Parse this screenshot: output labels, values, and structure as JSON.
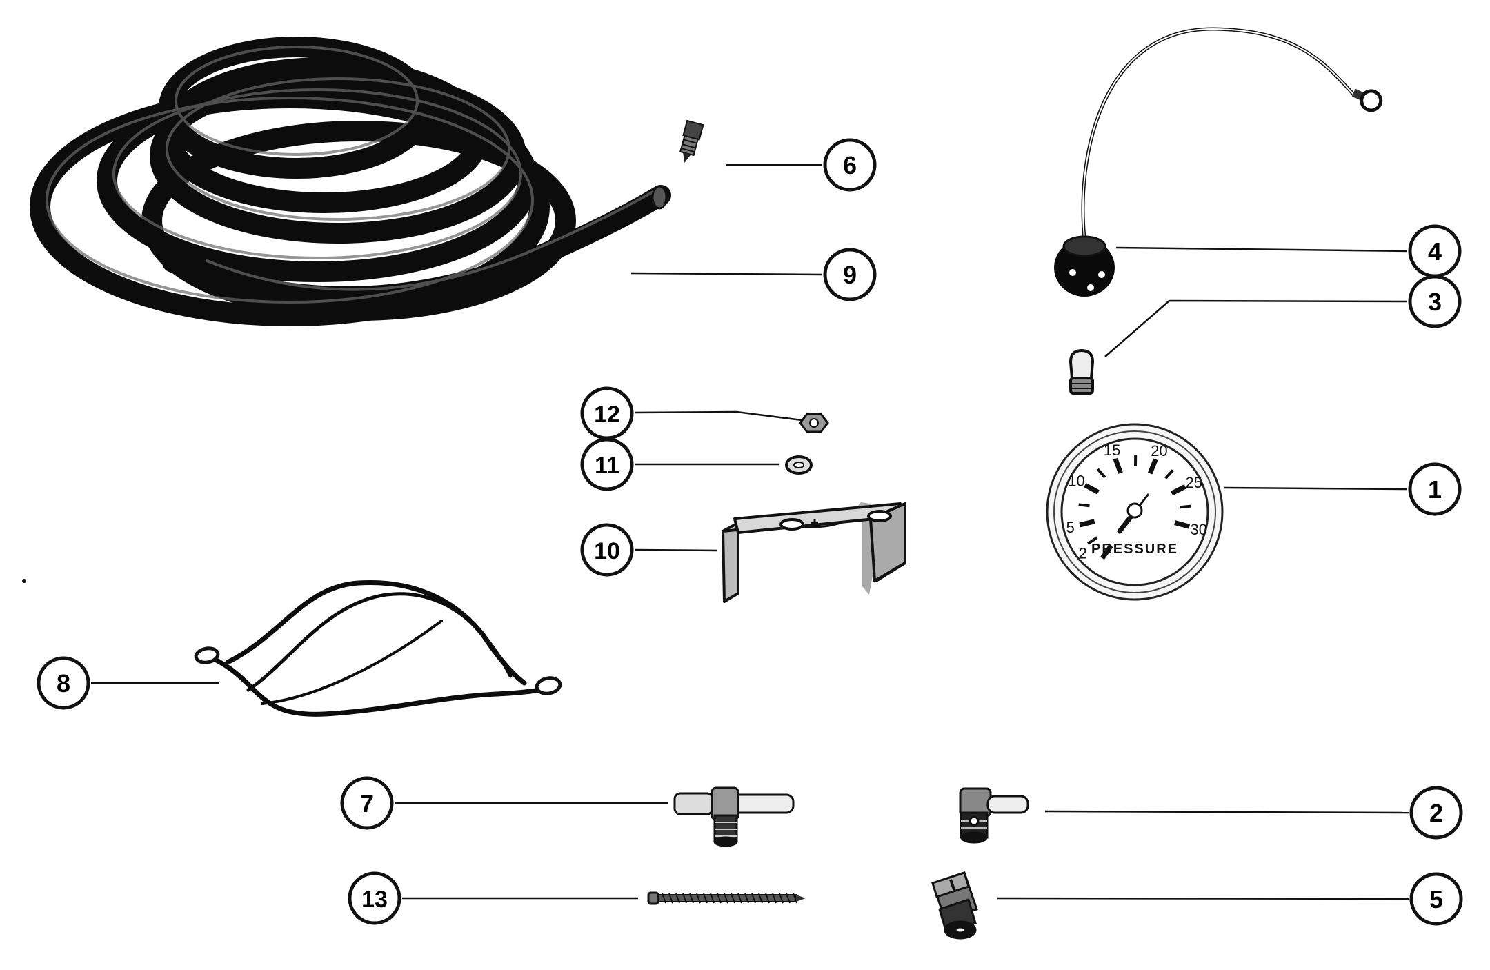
{
  "diagram": {
    "type": "exploded-parts-view",
    "callouts": [
      {
        "id": "callout-1",
        "label": "1",
        "part": "pressure-gauge"
      },
      {
        "id": "callout-2",
        "label": "2",
        "part": "elbow-fitting"
      },
      {
        "id": "callout-3",
        "label": "3",
        "part": "bulb"
      },
      {
        "id": "callout-4",
        "label": "4",
        "part": "lamp-socket-with-wire"
      },
      {
        "id": "callout-5",
        "label": "5",
        "part": "connector-fitting"
      },
      {
        "id": "callout-6",
        "label": "6",
        "part": "hose-fitting"
      },
      {
        "id": "callout-7",
        "label": "7",
        "part": "tee-fitting"
      },
      {
        "id": "callout-8",
        "label": "8",
        "part": "ground-wire"
      },
      {
        "id": "callout-9",
        "label": "9",
        "part": "coiled-hose"
      },
      {
        "id": "callout-10",
        "label": "10",
        "part": "mounting-bracket"
      },
      {
        "id": "callout-11",
        "label": "11",
        "part": "washer"
      },
      {
        "id": "callout-12",
        "label": "12",
        "part": "nut"
      },
      {
        "id": "callout-13",
        "label": "13",
        "part": "screw"
      }
    ],
    "gauge": {
      "title": "PRESSURE",
      "scale_labels": [
        "2",
        "5",
        "10",
        "15",
        "20",
        "25",
        "30"
      ],
      "scale_min": 0,
      "scale_max": 30
    }
  }
}
